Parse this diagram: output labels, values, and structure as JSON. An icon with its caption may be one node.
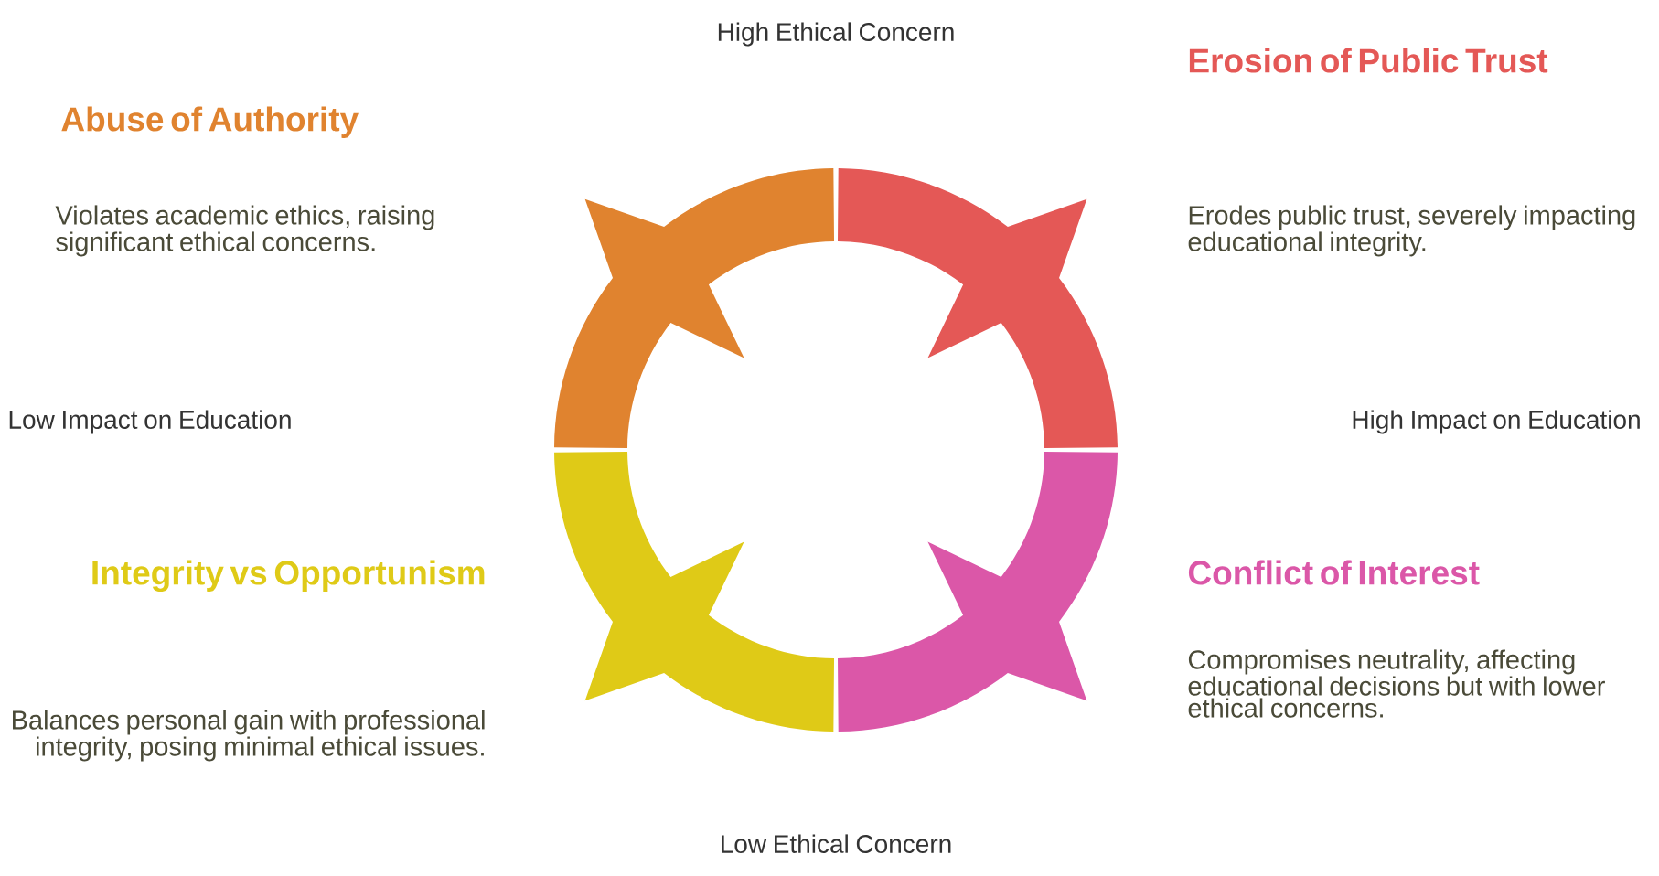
{
  "diagram": {
    "labels": [
      "High Ethical Concern",
      "Abuse of Authority",
      "Erosion of Public Trust",
      "Violates academic ethics, raising significant ethical concerns.",
      "Erodes public trust, severely impacting educational integrity.",
      "Low Impact on Education",
      "High Impact on Education",
      "Integrity vs Opportunism",
      "Conflict of Interest",
      "Balances personal gain with professional integrity, posing minimal ethical issues.",
      "Compromises neutrality, affecting educational decisions but with lower ethical concerns.",
      "Low Ethical Concern"
    ]
  }
}
